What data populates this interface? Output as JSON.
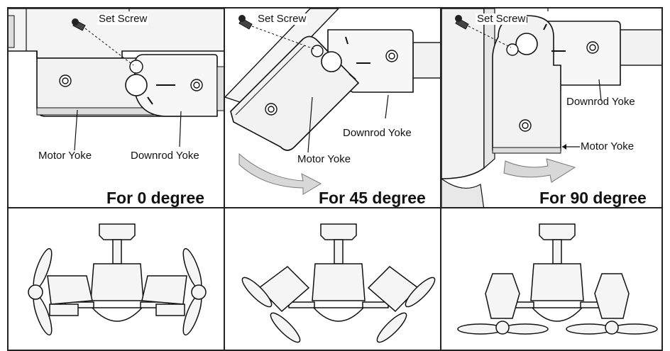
{
  "panels": [
    {
      "set_screw": "Set Screw",
      "motor_yoke": "Motor Yoke",
      "downrod_yoke": "Downrod Yoke",
      "degree": "For 0 degree"
    },
    {
      "set_screw": "Set Screw",
      "motor_yoke": "Motor Yoke",
      "downrod_yoke": "Downrod Yoke",
      "degree": "For 45 degree"
    },
    {
      "set_screw": "Set Screw",
      "motor_yoke": "Motor Yoke",
      "downrod_yoke": "Downrod Yoke",
      "degree": "For 90 degree"
    }
  ]
}
